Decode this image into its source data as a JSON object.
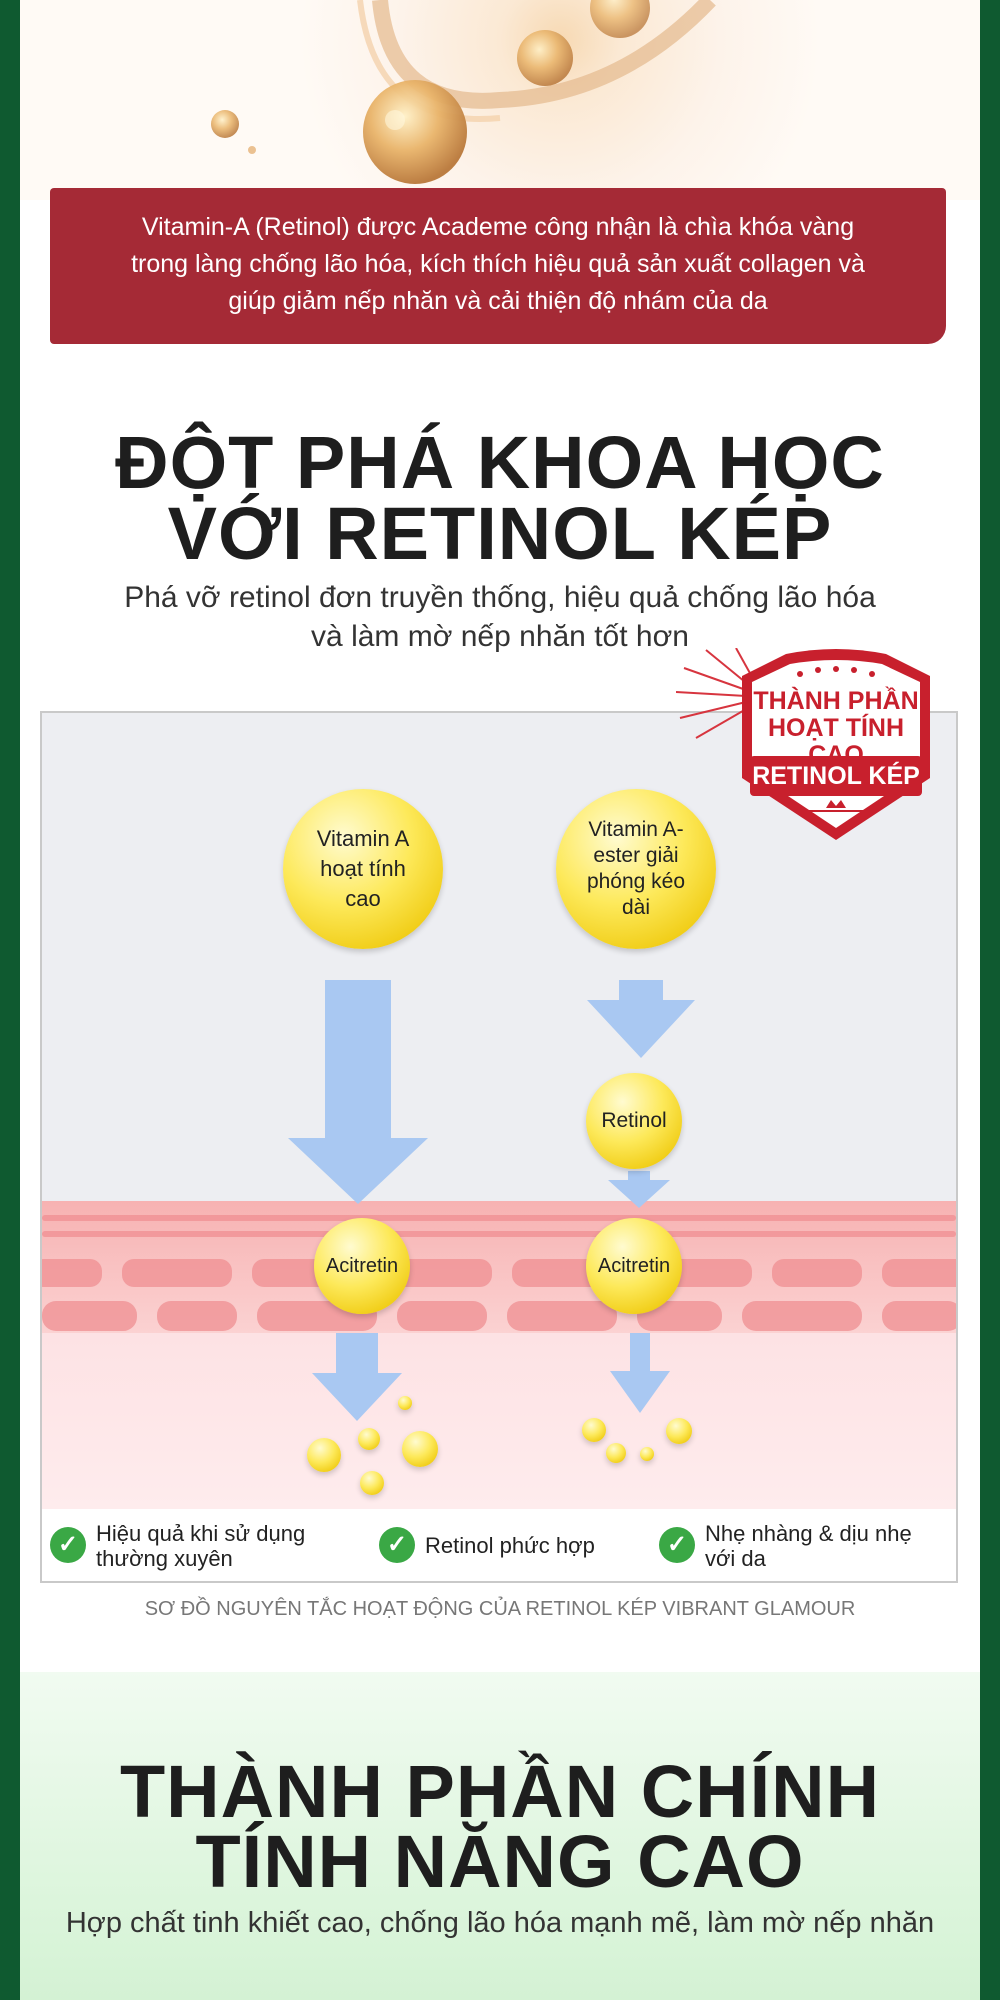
{
  "vitamin_banner": {
    "line1": "Vitamin-A (Retinol)  được Academe công nhận là chìa khóa vàng",
    "line2": "trong làng chống lão hóa, kích thích hiệu quả sản xuất collagen và",
    "line3": "giúp giảm nếp nhăn và cải thiện độ nhám của da"
  },
  "section1": {
    "title_line1": "ĐỘT PHÁ KHOA HỌC",
    "title_line2": "VỚI RETINOL KÉP",
    "subtitle_line1": "Phá vỡ retinol đơn truyền thống, hiệu quả chống lão hóa",
    "subtitle_line2": "và làm mờ nếp nhăn tốt hơn"
  },
  "badge": {
    "line1": "THÀNH PHẦN",
    "line2": "HOẠT TÍNH CAO",
    "label": "RETINOL KÉP"
  },
  "diagram": {
    "ball_left_top": "Vitamin A hoạt tính cao",
    "ball_right_top": "Vitamin A-ester giải phóng kéo dài",
    "ball_retinol": "Retinol",
    "ball_left_skin": "Acitretin",
    "ball_right_skin": "Acitretin",
    "features": [
      "Hiệu quả khi sử dụng thường xuyên",
      "Retinol phức hợp",
      "Nhẹ nhàng & dịu nhẹ với da"
    ],
    "caption": "SƠ ĐỒ NGUYÊN TẮC HOẠT ĐỘNG CỦA RETINOL KÉP VIBRANT GLAMOUR"
  },
  "section2": {
    "title_line1": "THÀNH PHẦN CHÍNH",
    "title_line2": "TÍNH NĂNG CAO",
    "subtitle": "Hợp chất tinh khiết cao, chống lão hóa mạnh mẽ, làm mờ nếp nhăn"
  },
  "colors": {
    "side_border": "#0f5a30",
    "banner_red": "#a52a36",
    "arrow_blue": "#a9c8f2",
    "check_green": "#3aa845"
  }
}
